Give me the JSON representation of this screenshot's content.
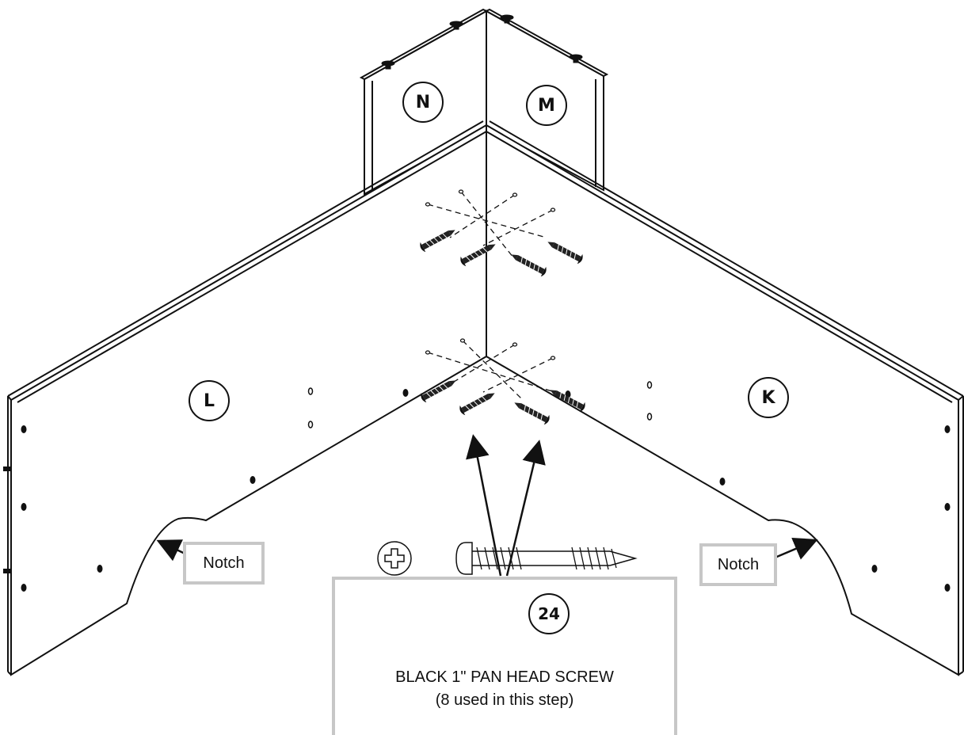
{
  "panels": {
    "n": "N",
    "m": "M",
    "l": "L",
    "k": "K"
  },
  "callouts": {
    "notch_left": "Notch",
    "notch_right": "Notch"
  },
  "hardware": {
    "part_number": "24",
    "description": "BLACK 1\" PAN HEAD SCREW",
    "quantity_note": "(8 used in this step)",
    "icons": [
      "phillips-head-icon",
      "pan-head-screw-icon"
    ]
  },
  "colors": {
    "line": "#111111",
    "box_border": "#c7c7c7"
  }
}
